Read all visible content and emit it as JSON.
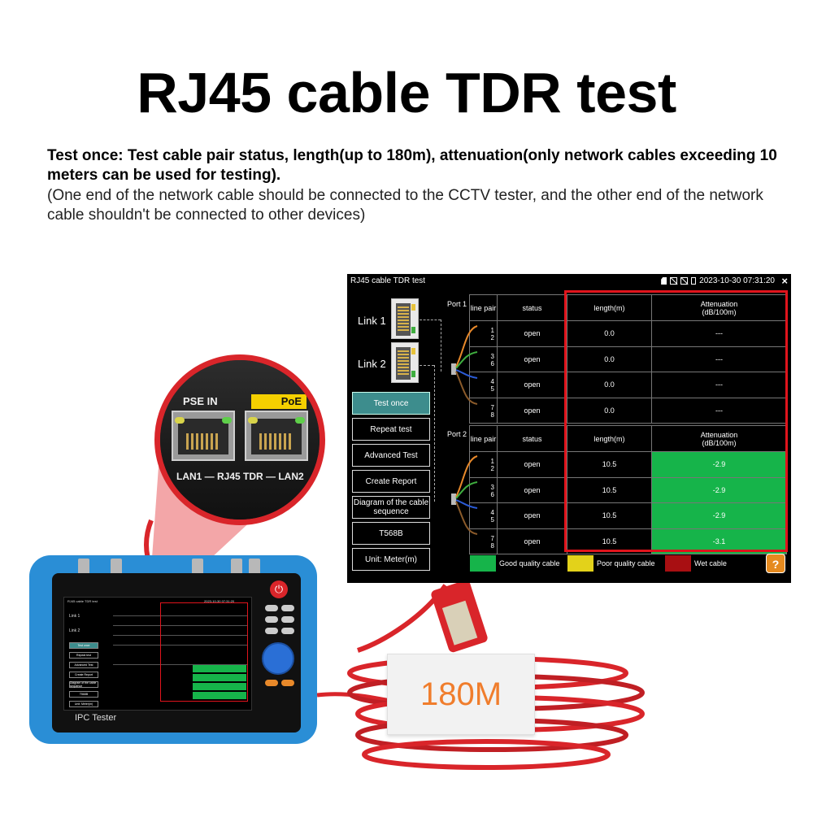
{
  "headline": "RJ45 cable TDR test",
  "description": {
    "bold": "Test once: Test cable pair status, length(up to 180m), attenuation(only network cables exceeding 10 meters can be used for testing).",
    "normal": "(One end of the network cable should be connected to the CCTV tester, and the other end of the network cable shouldn't be connected to other devices)"
  },
  "screen": {
    "title": "RJ45 cable TDR test",
    "datetime": "2023-10-30 07:31:20",
    "close": "×",
    "status_icons": [
      "sd-card-icon",
      "no-signal-icon",
      "no-network-icon",
      "battery-icon"
    ],
    "links": [
      "Link 1",
      "Link 2"
    ],
    "buttons": [
      {
        "label": "Test once",
        "active": true
      },
      {
        "label": "Repeat test",
        "active": false
      },
      {
        "label": "Advanced Test",
        "active": false
      },
      {
        "label": "Create Report",
        "active": false
      },
      {
        "label": "Diagram of the cable sequence",
        "active": false
      },
      {
        "label": "T568B",
        "active": false
      },
      {
        "label": "Unit: Meter(m)",
        "active": false
      }
    ],
    "columns": [
      "line pair",
      "status",
      "length(m)",
      "Attenuation\n(dB/100m)"
    ],
    "ports": [
      {
        "label": "Port 1",
        "rows": [
          {
            "pair": [
              "1",
              "2"
            ],
            "status": "open",
            "length": "0.0",
            "attenuation": "---",
            "quality": "none"
          },
          {
            "pair": [
              "3",
              "6"
            ],
            "status": "open",
            "length": "0.0",
            "attenuation": "---",
            "quality": "none"
          },
          {
            "pair": [
              "4",
              "5"
            ],
            "status": "open",
            "length": "0.0",
            "attenuation": "---",
            "quality": "none"
          },
          {
            "pair": [
              "7",
              "8"
            ],
            "status": "open",
            "length": "0.0",
            "attenuation": "---",
            "quality": "none"
          }
        ]
      },
      {
        "label": "Port 2",
        "rows": [
          {
            "pair": [
              "1",
              "2"
            ],
            "status": "open",
            "length": "10.5",
            "attenuation": "-2.9",
            "quality": "good"
          },
          {
            "pair": [
              "3",
              "6"
            ],
            "status": "open",
            "length": "10.5",
            "attenuation": "-2.9",
            "quality": "good"
          },
          {
            "pair": [
              "4",
              "5"
            ],
            "status": "open",
            "length": "10.5",
            "attenuation": "-2.9",
            "quality": "good"
          },
          {
            "pair": [
              "7",
              "8"
            ],
            "status": "open",
            "length": "10.5",
            "attenuation": "-3.1",
            "quality": "good"
          }
        ]
      }
    ],
    "legend": [
      {
        "label": "Good quality cable",
        "color": "#16b44a"
      },
      {
        "label": "Poor quality cable",
        "color": "#e3d21a"
      },
      {
        "label": "Wet cable",
        "color": "#a80f12"
      }
    ],
    "help_icon": "?"
  },
  "zoom": {
    "pse_in": "PSE IN",
    "poe": "PoE",
    "bottom_label": "LAN1 — RJ45 TDR — LAN2"
  },
  "device": {
    "label": "IPC Tester"
  },
  "cable_tag": "180M",
  "colors": {
    "highlight": "#e0141c",
    "device_blue": "#2a8ed6",
    "active_button": "#3d8d8d",
    "tag_text": "#f07d2c"
  }
}
